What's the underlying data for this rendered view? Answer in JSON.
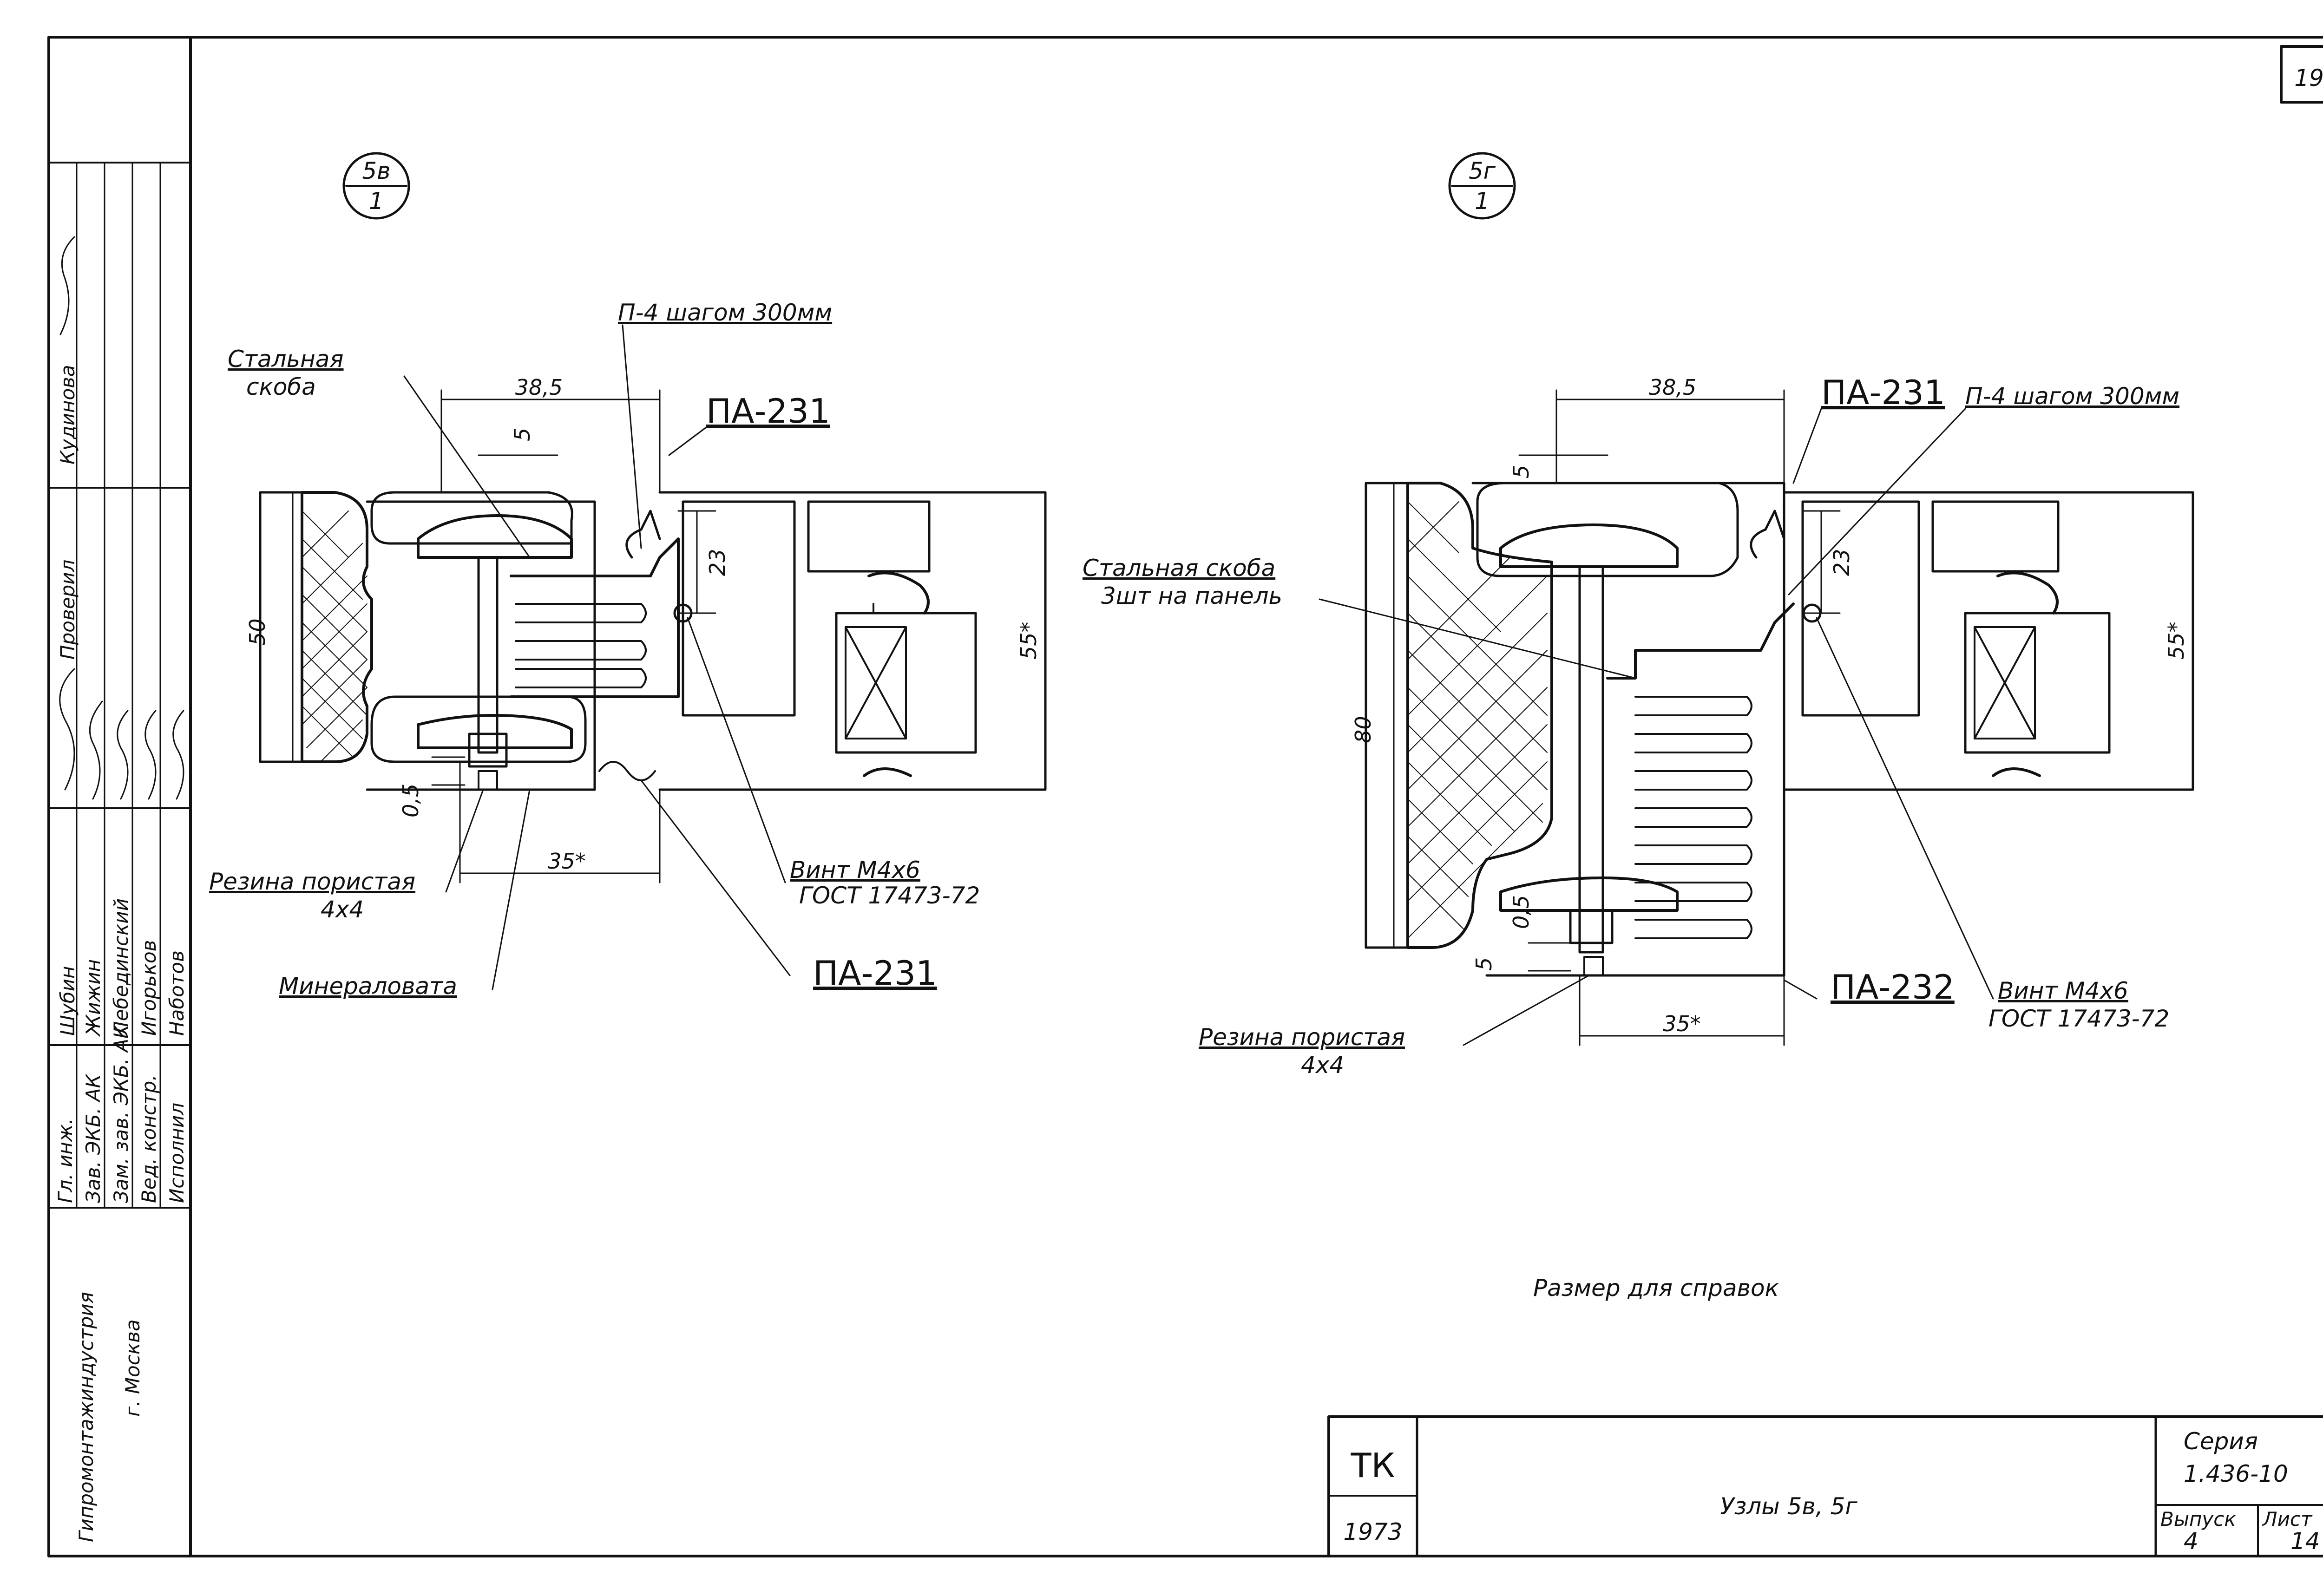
{
  "page_number": "19",
  "left_detail": {
    "id_top": "5в",
    "id_bottom": "1",
    "labels": {
      "steel_bracket_1": "Стальная",
      "steel_bracket_2": "скоба",
      "p4": "П-4 шагом 300мм",
      "pa231_top": "ПА-231",
      "screw_1": "Винт М4х6",
      "screw_2": "ГОСТ 17473-72",
      "rubber_1": "Резина пористая",
      "rubber_2": "4х4",
      "mineral_wool": "Минераловата",
      "pa231_bottom": "ПА-231"
    },
    "dims": {
      "width_top": "38,5",
      "d5": "5",
      "d23": "23",
      "height": "50",
      "glass": "55*",
      "gap": "0,5",
      "bottom": "35*"
    }
  },
  "right_detail": {
    "id_top": "5г",
    "id_bottom": "1",
    "labels": {
      "pa231": "ПА-231",
      "p4": "П-4 шагом 300мм",
      "steel_bracket_1": "Стальная скоба",
      "steel_bracket_2": "3шт на панель",
      "pa232": "ПА-232",
      "screw_1": "Винт М4х6",
      "screw_2": "ГОСТ 17473-72",
      "rubber_1": "Резина пористая",
      "rubber_2": "4х4"
    },
    "dims": {
      "width_top": "38,5",
      "d5": "5",
      "d23": "23",
      "height": "80",
      "glass": "55*",
      "gap": "0,5",
      "d5b": "5",
      "bottom": "35*"
    }
  },
  "note": "Размер для справок",
  "title_block": {
    "code": "ТК",
    "year": "1973",
    "title": "Узлы 5в, 5г",
    "series_label": "Серия",
    "series_value": "1.436-10",
    "issue_label": "Выпуск",
    "issue_value": "4",
    "sheet_label": "Лист",
    "sheet_value": "14"
  },
  "side_stamp": {
    "org_1": "Гипромонтажиндустрия",
    "org_2": "г. Москва",
    "roles": [
      "Гл. инж.",
      "Зав. ЭКБ. АК",
      "Зам. зав. ЭКБ. АК",
      "Вед. констр.",
      "Исполнил"
    ],
    "names": [
      "Шубин",
      "Жижин",
      "Лебединский",
      "Игорьков",
      "Наботов"
    ],
    "checks": [
      {
        "role": "Проверил",
        "name": "Кудинова"
      }
    ]
  }
}
